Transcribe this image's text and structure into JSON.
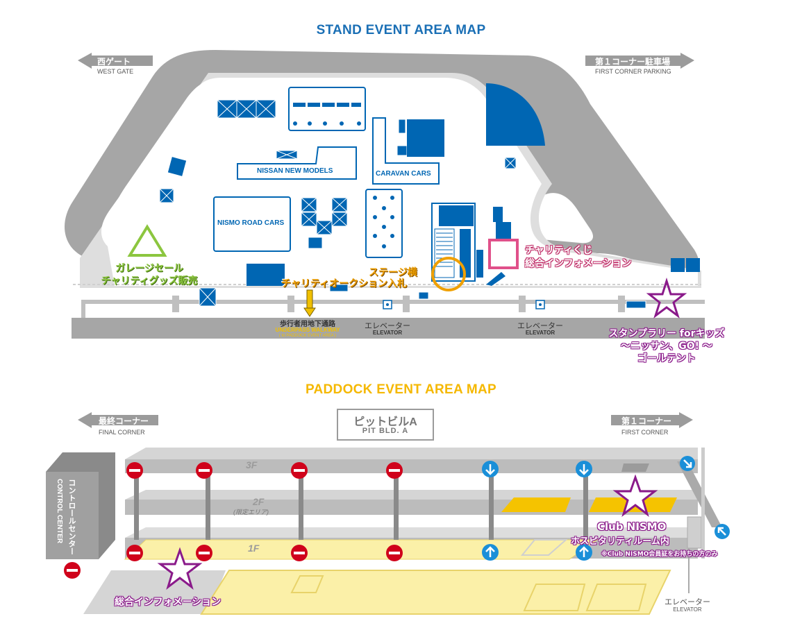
{
  "stand": {
    "title": "STAND EVENT AREA MAP",
    "west_gate_jp": "西ゲート",
    "west_gate_en": "WEST GATE",
    "first_corner_parking_jp": "第１コーナー駐車場",
    "first_corner_parking_en": "FIRST CORNER PARKING",
    "nissan_new_models": "NISSAN NEW MODELS",
    "caravan_cars": "CARAVAN CARS",
    "nismo_road_cars": "NISMO ROAD CARS",
    "garage_sale_1": "ガレージセール",
    "garage_sale_2": "チャリティグッズ販売",
    "stage_side_1": "ステージ横",
    "stage_side_2": "チャリティオークション入札",
    "charity_lottery_1": "チャリティくじ",
    "charity_lottery_2": "総合インフォメーション",
    "underpass_jp": "歩行者用地下通路",
    "underpass_en": "UNDERPASS WALKWAY",
    "underpass_note": "( to PADDOCK EVENT AREA )",
    "elevator_jp": "エレベーター",
    "elevator_en": "ELEVATOR",
    "stamp_1": "スタンプラリー forキッズ",
    "stamp_2": "～ニッサン、GO! ～",
    "stamp_3": "ゴールテント"
  },
  "paddock": {
    "title": "PADDOCK EVENT AREA MAP",
    "final_corner_jp": "最終コーナー",
    "final_corner_en": "FINAL CORNER",
    "pit_bld_jp": "ピットビルA",
    "pit_bld_en": "PIT BLD. A",
    "first_corner_jp": "第１コーナー",
    "first_corner_en": "FIRST CORNER",
    "control_center_jp": "コントロールセンター",
    "control_center_en": "CONTROL CENTER",
    "floor_3": "3F",
    "floor_2": "2F",
    "floor_2_note": "(限定エリア)",
    "floor_1": "1F",
    "club_nismo_1": "Club NISMO",
    "club_nismo_2": "ホスピタリティルーム内",
    "club_nismo_note": "※Club NISMO会員証をお持ちの方のみ",
    "general_info": "総合インフォメーション",
    "elevator_jp": "エレベーター",
    "elevator_en": "ELEVATOR"
  },
  "colors": {
    "blue": "#0066b3",
    "title_blue": "#1a6fb5",
    "title_yellow": "#f5b800",
    "gray": "#9b9b9b",
    "orange": "#f0a000",
    "green": "#8cc63f",
    "purple": "#8a1a8a",
    "pink": "#e0508a"
  }
}
